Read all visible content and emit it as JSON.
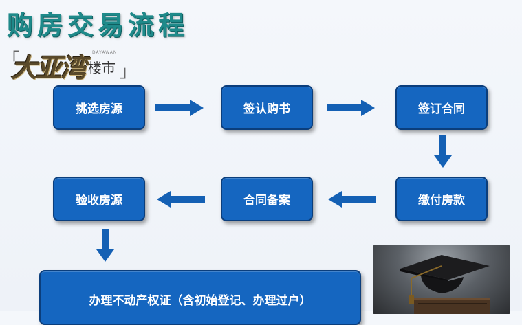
{
  "title": "购房交易流程",
  "logo": {
    "main_text": "大亚湾",
    "english_text": "DAYAWAN",
    "sub_text": "楼市",
    "bracket_left": "「",
    "bracket_right": "」"
  },
  "steps": [
    {
      "label": "挑选房源"
    },
    {
      "label": "签认购书"
    },
    {
      "label": "签订合同"
    },
    {
      "label": "缴付房款"
    },
    {
      "label": "合同备案"
    },
    {
      "label": "验收房源"
    },
    {
      "label": "办理不动产权证（含初始登记、办理过户）"
    }
  ],
  "colors": {
    "box_fill": "#1566c0",
    "box_border": "#0b3e7c",
    "arrow": "#1460b4",
    "title": "#1f8a8a"
  },
  "decor": {
    "photo_icon": "graduation-cap-on-books"
  }
}
